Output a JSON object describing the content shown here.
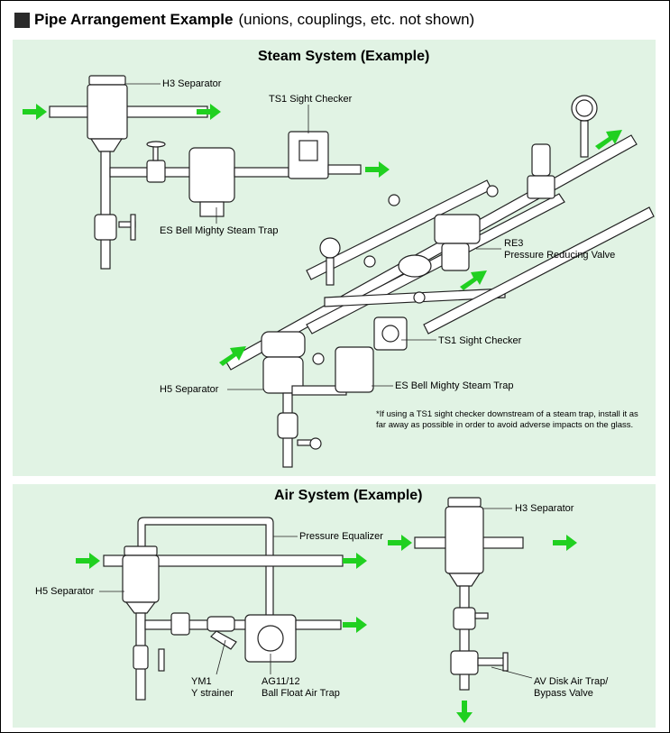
{
  "header": {
    "bold": "Pipe Arrangement Example",
    "normal": "(unions, couplings, etc. not shown)"
  },
  "steam": {
    "title": "Steam System (Example)",
    "labels": {
      "h3_separator": "H3 Separator",
      "ts1_top": "TS1 Sight Checker",
      "es_top": "ES Bell Mighty Steam Trap",
      "re3_line1": "RE3",
      "re3_line2": "Pressure Reducing Valve",
      "ts1_bottom": "TS1 Sight Checker",
      "h5_separator": "H5 Separator",
      "es_bottom": "ES Bell Mighty Steam Trap"
    },
    "note": "*If using a TS1 sight checker downstream of a steam trap, install it as far away as possible in order to avoid adverse impacts on the glass."
  },
  "air": {
    "title": "Air System (Example)",
    "labels": {
      "h3_separator": "H3 Separator",
      "pressure_equalizer": "Pressure Equalizer",
      "h5_separator": "H5 Separator",
      "ym1_line1": "YM1",
      "ym1_line2": "Y strainer",
      "ag_line1": "AG11/12",
      "ag_line2": "Ball Float Air Trap",
      "av_line1": "AV Disk Air Trap/",
      "av_line2": "Bypass Valve"
    }
  },
  "colors": {
    "panel": "#e1f3e4",
    "arrow": "#20d020",
    "header_square": "#2a2a2a"
  }
}
